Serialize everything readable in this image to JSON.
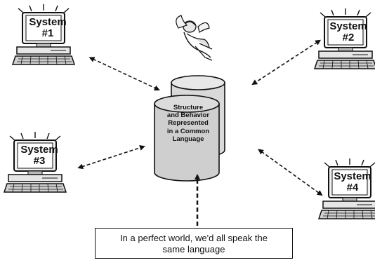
{
  "systems": [
    {
      "id": "s1",
      "name": "System",
      "number": "#1"
    },
    {
      "id": "s2",
      "name": "System",
      "number": "#2"
    },
    {
      "id": "s3",
      "name": "System",
      "number": "#3"
    },
    {
      "id": "s4",
      "name": "System",
      "number": "#4"
    }
  ],
  "database": {
    "lines": [
      "Structure",
      "and Behavior",
      "Represented",
      "in a Common",
      "Language"
    ]
  },
  "caption": {
    "line1": "In a perfect world, we'd all speak the",
    "line2": "same language"
  },
  "icons": {
    "computer": "computer-icon",
    "database": "database-icon",
    "cherub": "cherub-icon"
  },
  "colors": {
    "stroke": "#111111",
    "monitor_screen": "#ffffff",
    "cylinder_fill": "#d9d9d9",
    "cylinder_shade": "#bdbdbd"
  }
}
